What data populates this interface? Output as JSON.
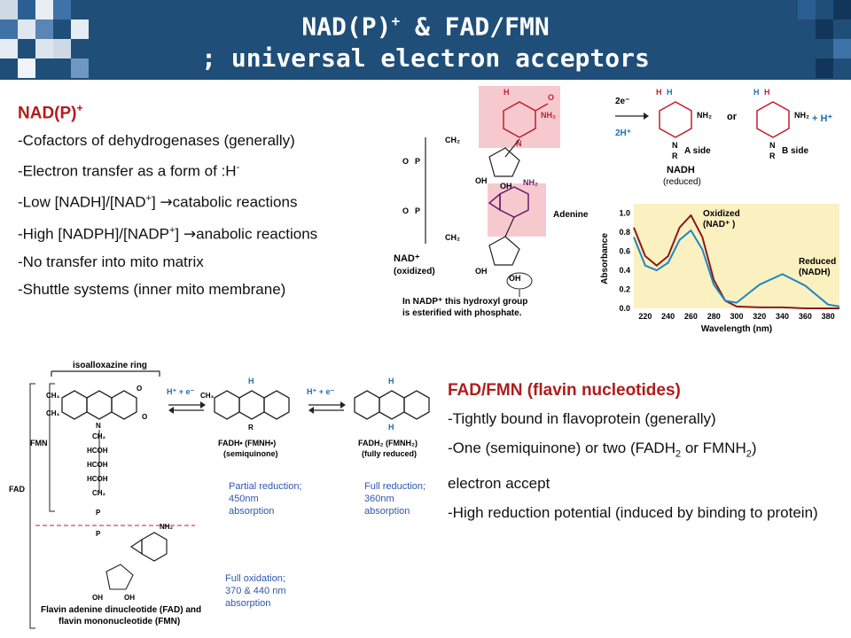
{
  "title": {
    "line1_prefix": "NAD(P)",
    "line1_sup": "+",
    "line1_suffix": " & FAD/FMN",
    "line2": "; universal electron acceptors"
  },
  "nad": {
    "heading": "NAD(P)",
    "heading_sup": "+",
    "bullets": [
      {
        "text": "-Cofactors of dehydrogenases (generally)"
      },
      {
        "text": "-Electron transfer as a form of :H",
        "sup": "-"
      },
      {
        "pre": "-Low [NADH]/[NAD",
        "sup": "+",
        "mid": "] ",
        "arrow": "→",
        "post": "catabolic reactions"
      },
      {
        "pre": "-High [NADPH]/[NADP",
        "sup": "+",
        "mid": "] ",
        "arrow": "→",
        "post": "anabolic reactions"
      },
      {
        "text": "-No transfer into mito matrix"
      },
      {
        "text": "-Shuttle systems (inner mito membrane)"
      }
    ]
  },
  "fad": {
    "heading": "FAD/FMN (flavin nucleotides)",
    "b1": "-Tightly bound in flavoprotein (generally)",
    "b2_pre": "-One (semiquinone) or two (FADH",
    "b2_sub1": "2",
    "b2_mid": " or FMNH",
    "b2_sub2": "2",
    "b2_post": ")",
    "b2_line2": "electron accept",
    "b3": "-High reduction potential (induced by binding to protein)"
  },
  "nad_structure": {
    "h_labels": [
      "H",
      "H",
      "H",
      "H",
      "H"
    ],
    "nh2": "NH₂",
    "electron_in": "2e⁻",
    "proton_in": "2H⁺",
    "or_label": "or",
    "plus_h": "+ H⁺",
    "a_side": "A side",
    "b_side": "B side",
    "nadh": "NADH",
    "nadh_sub": "(reduced)",
    "adenine": "Adenine",
    "nad_label": "NAD⁺",
    "nad_sub": "(oxidized)",
    "note_line1": "In NADP⁺ this hydroxyl group",
    "note_line2": "is esterified with phosphate.",
    "oh": "OH",
    "o": "O",
    "p": "P",
    "ch2": "CH₂",
    "n": "N",
    "r": "R"
  },
  "absorbance_chart": {
    "ylabel": "Absorbance",
    "xlabel": "Wavelength (nm)",
    "y_ticks": [
      "0.0",
      "0.2",
      "0.4",
      "0.6",
      "0.8",
      "1.0"
    ],
    "x_ticks": [
      "220",
      "240",
      "260",
      "280",
      "300",
      "320",
      "340",
      "360",
      "380"
    ],
    "oxidized_label": "Oxidized",
    "oxidized_sub": "(NAD⁺ )",
    "reduced_label": "Reduced",
    "reduced_sub": "(NADH)",
    "colors": {
      "oxidized": "#8b1a1a",
      "reduced": "#1f86c8",
      "background": "#fbf1c0"
    }
  },
  "chart_data": {
    "type": "line",
    "title": "",
    "xlabel": "Wavelength (nm)",
    "ylabel": "Absorbance",
    "xlim": [
      210,
      390
    ],
    "ylim": [
      0,
      1.1
    ],
    "series": [
      {
        "name": "Oxidized (NAD⁺)",
        "x": [
          210,
          220,
          230,
          240,
          250,
          260,
          270,
          280,
          290,
          300,
          320,
          340,
          360,
          380,
          390
        ],
        "y": [
          0.85,
          0.55,
          0.45,
          0.55,
          0.85,
          0.98,
          0.75,
          0.3,
          0.08,
          0.02,
          0.01,
          0.01,
          0.0,
          0.0,
          0.0
        ]
      },
      {
        "name": "Reduced (NADH)",
        "x": [
          210,
          220,
          230,
          240,
          250,
          260,
          270,
          280,
          290,
          300,
          320,
          340,
          360,
          380,
          390
        ],
        "y": [
          0.75,
          0.45,
          0.4,
          0.48,
          0.72,
          0.82,
          0.62,
          0.25,
          0.08,
          0.06,
          0.25,
          0.36,
          0.24,
          0.04,
          0.02
        ]
      }
    ]
  },
  "flavin_structure": {
    "isoalloxazine": "isoalloxazine ring",
    "fmn": "FMN",
    "fad": "FAD",
    "h_plus_e_1": "H⁺ + e⁻",
    "h_plus_e_2": "H⁺ + e⁻",
    "semi_label": "FADH• (FMNH•)",
    "semi_sub": "(semiquinone)",
    "full_label": "FADH₂ (FMNH₂)",
    "full_sub": "(fully reduced)",
    "hcoh": "HCOH",
    "ch2": "CH₂",
    "ch3": "CH₃",
    "nh2": "NH₂",
    "o": "O",
    "h": "H",
    "oh": "OH",
    "n": "N",
    "r": "R",
    "p": "P",
    "caption_line1": "Flavin adenine dinucleotide (FAD) and",
    "caption_line2": "flavin mononucleotide (FMN)"
  },
  "captions": {
    "partial": [
      "Partial reduction;",
      "450nm",
      "absorption"
    ],
    "full_red": [
      "Full reduction;",
      "360nm",
      "absorption"
    ],
    "full_ox": [
      "Full oxidation;",
      "370 & 440 nm",
      "absorption"
    ]
  }
}
